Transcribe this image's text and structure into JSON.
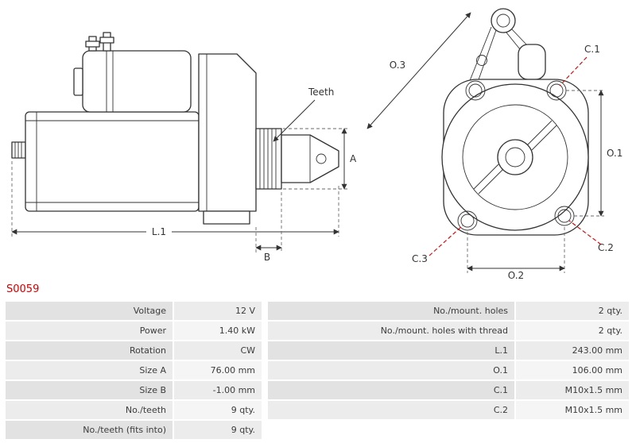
{
  "part": {
    "number": "S0059"
  },
  "colors": {
    "accent_red": "#d40000",
    "line": "#333333"
  },
  "drawing": {
    "annotations": {
      "teeth": "Teeth",
      "a": "A",
      "b": "B",
      "l1": "L.1",
      "o1": "O.1",
      "o2": "O.2",
      "o3": "O.3",
      "c1": "C.1",
      "c2": "C.2",
      "c3": "C.3"
    }
  },
  "table": {
    "left": [
      {
        "label": "Voltage",
        "value": "12 V"
      },
      {
        "label": "Power",
        "value": "1.40 kW"
      },
      {
        "label": "Rotation",
        "value": "CW"
      },
      {
        "label": "Size A",
        "value": "76.00 mm"
      },
      {
        "label": "Size B",
        "value": "-1.00 mm"
      },
      {
        "label": "No./teeth",
        "value": "9 qty."
      },
      {
        "label": "No./teeth (fits into)",
        "value": "9 qty."
      }
    ],
    "right": [
      {
        "label": "No./mount. holes",
        "value": "2 qty."
      },
      {
        "label": "No./mount. holes with thread",
        "value": "2 qty."
      },
      {
        "label": "L.1",
        "value": "243.00 mm"
      },
      {
        "label": "O.1",
        "value": "106.00 mm"
      },
      {
        "label": "C.1",
        "value": "M10x1.5 mm"
      },
      {
        "label": "C.2",
        "value": "M10x1.5 mm"
      }
    ]
  }
}
